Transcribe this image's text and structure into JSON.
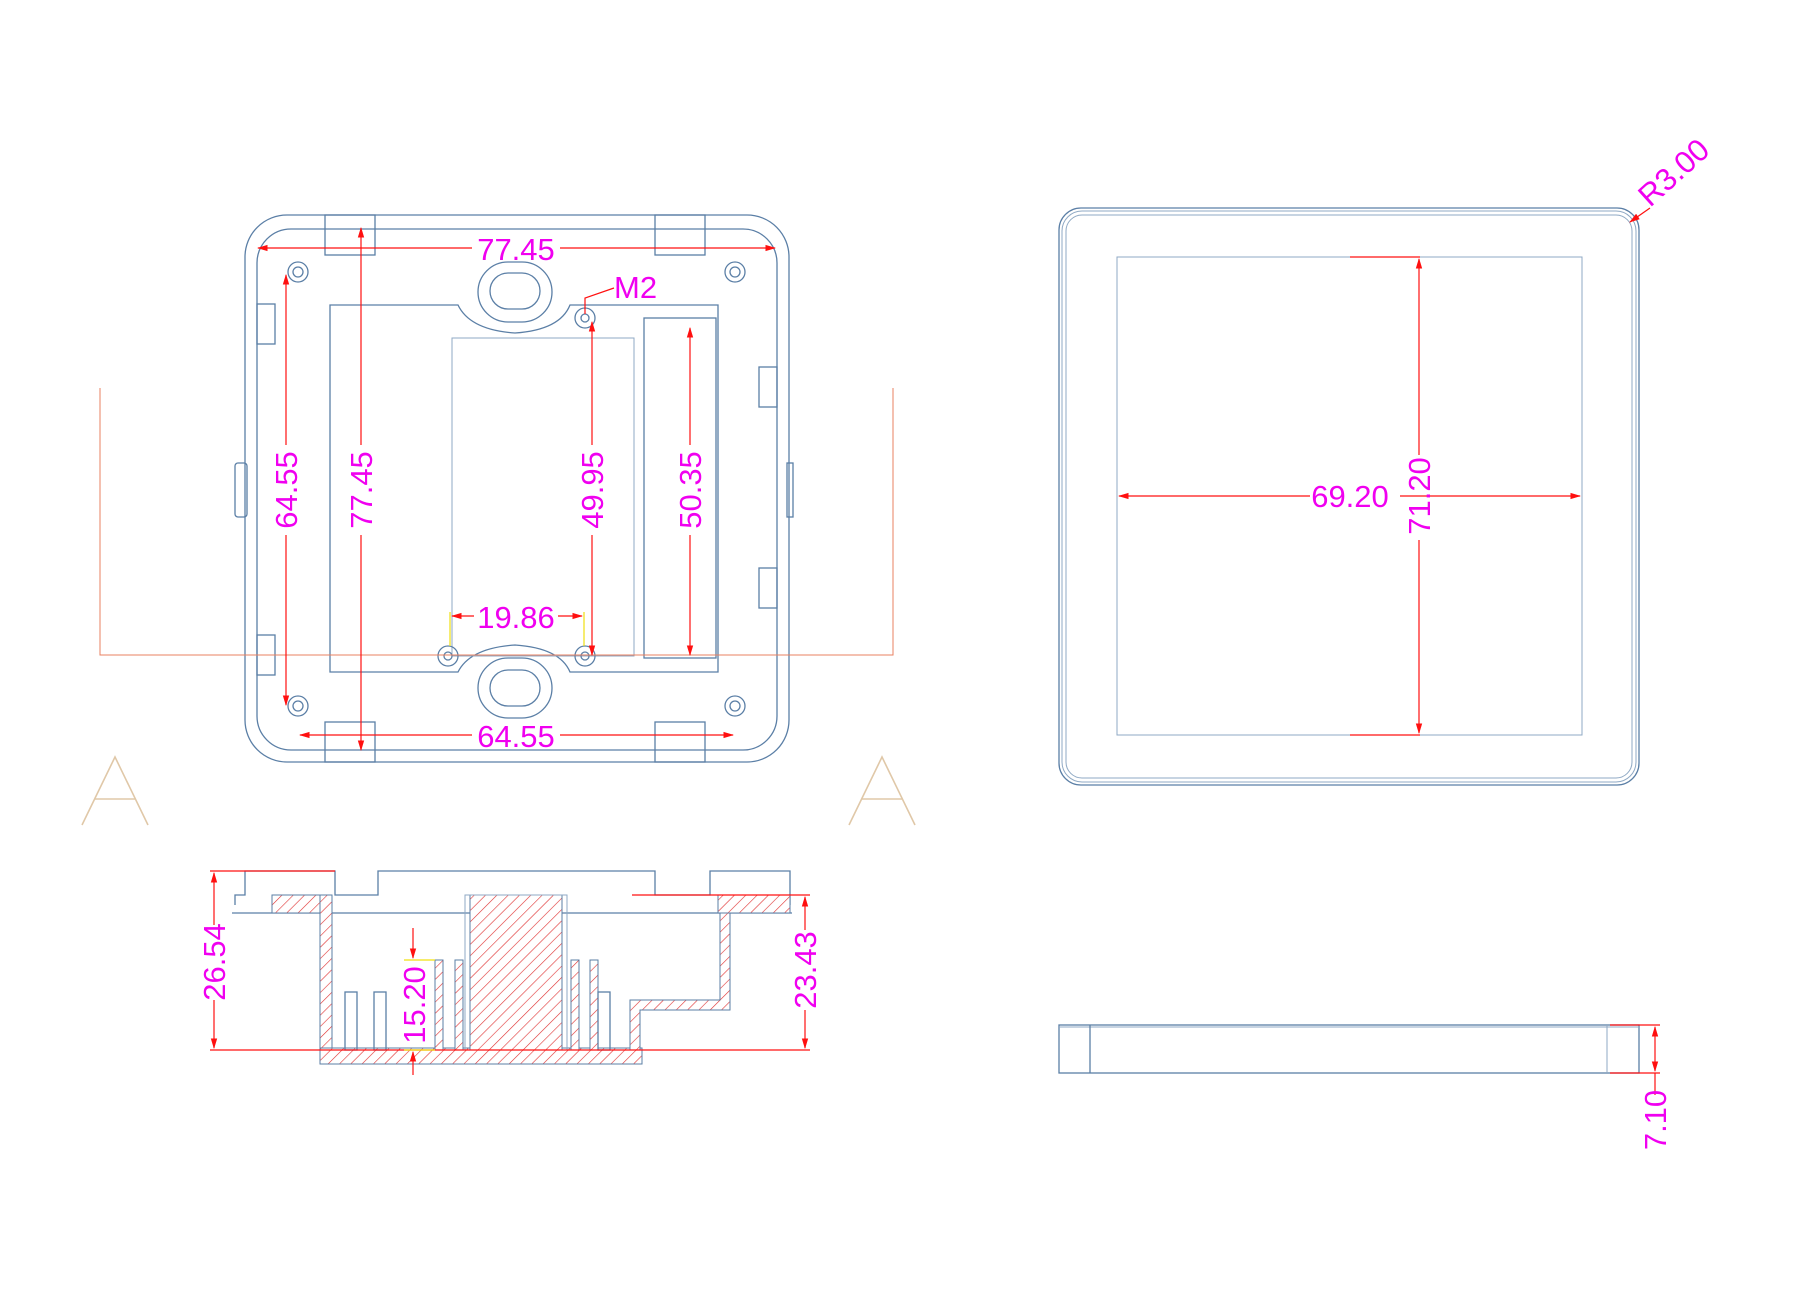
{
  "drawing": {
    "type": "mechanical-drawing",
    "views": {
      "front_view": {
        "dimensions": {
          "top_width": "77.45",
          "bottom_hole_spacing": "64.55",
          "left_hole_spacing": "64.55",
          "overall_height": "77.45",
          "inner_height_a": "49.95",
          "inner_height_b": "50.35",
          "slot_width": "19.86"
        },
        "callouts": {
          "screw": "M2"
        }
      },
      "section_view": {
        "label": "A",
        "dimensions": {
          "overall_depth": "26.54",
          "inner_depth": "23.43",
          "rib_height": "15.20"
        }
      },
      "top_cover_view": {
        "dimensions": {
          "window_width": "69.20",
          "window_height": "71.20",
          "corner_radius": "R3.00"
        }
      },
      "side_view": {
        "dimensions": {
          "thickness": "7.10"
        }
      }
    },
    "section_markers": [
      "A",
      "A"
    ],
    "colors": {
      "outline": "#5b7fa6",
      "dimension_line": "#ff1010",
      "dimension_text": "#f000f0",
      "extension_line": "#f0e010",
      "section_line": "#e88060"
    }
  }
}
